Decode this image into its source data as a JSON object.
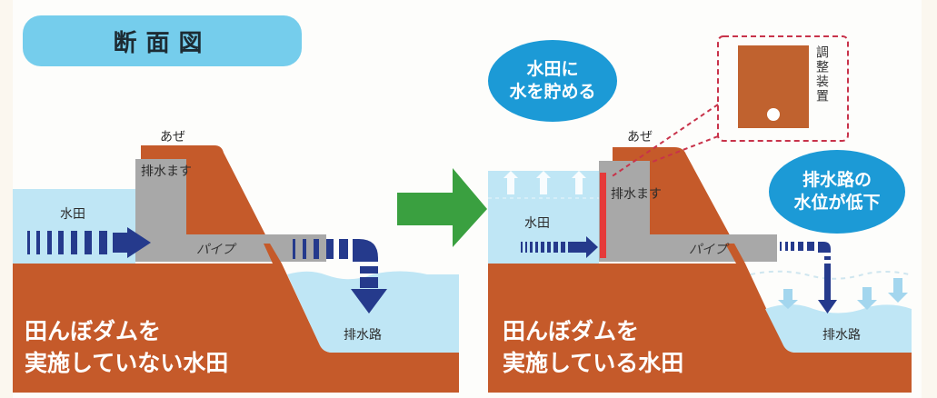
{
  "title": "断面図",
  "colors": {
    "soil": "#c55a2a",
    "water": "#bfe6f5",
    "water_dark": "#a7daf0",
    "pipe": "#a8a8a8",
    "flow_arrow": "#253a8c",
    "transition_arrow": "#3aa040",
    "bubble": "#1c9ad6",
    "title_pill": "#75cdec",
    "control_plate": "#c0622f",
    "red_plate": "#e63a3a",
    "callout_border": "#c8334a"
  },
  "left_panel": {
    "ridge_label": "あぜ",
    "drain_box_label": "排水ます",
    "paddy_label": "水田",
    "pipe_label": "パイプ",
    "channel_label": "排水路",
    "caption_line1": "田んぼダムを",
    "caption_line2": "実施していない水田"
  },
  "transition_arrow": "arrow-right-icon",
  "right_panel": {
    "bubble_store": {
      "line1": "水田に",
      "line2": "水を貯める"
    },
    "bubble_lower": {
      "line1": "排水路の",
      "line2": "水位が低下"
    },
    "callout_label": "調整装置",
    "ridge_label": "あぜ",
    "drain_box_label": "排水ます",
    "paddy_label": "水田",
    "pipe_label": "パイプ",
    "channel_label": "排水路",
    "caption_line1": "田んぼダムを",
    "caption_line2": "実施している水田"
  }
}
